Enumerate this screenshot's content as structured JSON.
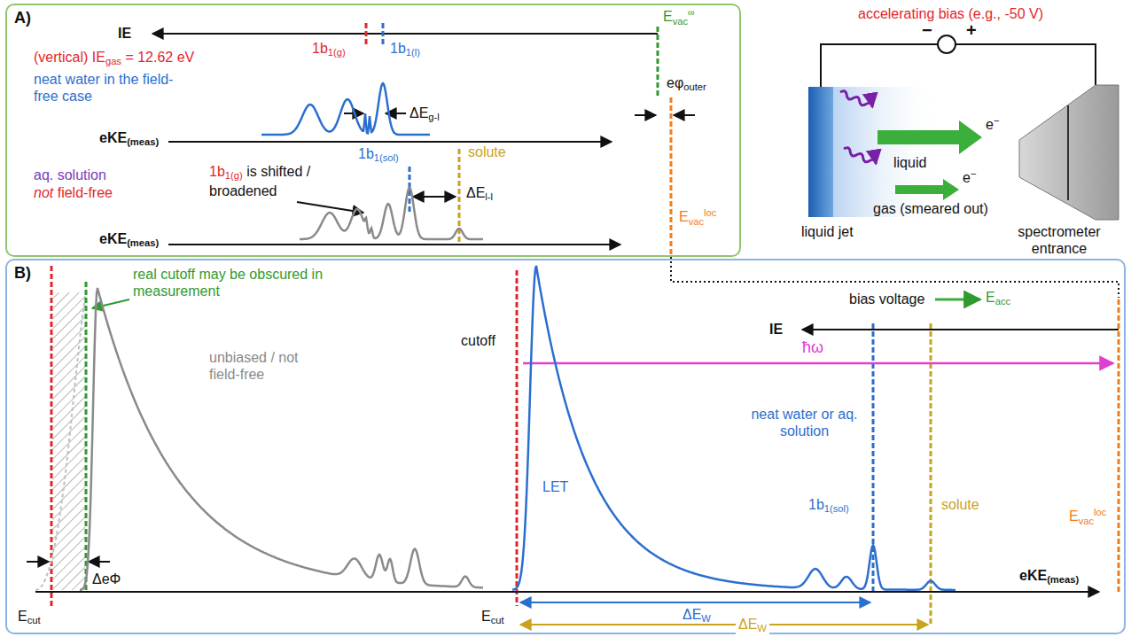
{
  "diagram": {
    "nodes": [
      {
        "text": [
          "A)"
        ]
      },
      {
        "text": [
          "B)"
        ]
      }
    ],
    "labels": [
      "IE",
      "(vertical) IEgas = 12.62 eV",
      "1b1(g)",
      "1b1(l)",
      "neat water in the field-free case",
      "ΔEg-l",
      "eKE(meas)",
      "Evac∞",
      "eφouter",
      "1b1(sol)",
      "solute",
      "ΔEl-l",
      "aq. solution",
      "not field-free",
      "1b1(g) is shifted / broadened",
      "eKE(meas)",
      "Evacloc",
      "accelerating bias (e.g., -50 V)",
      "−",
      "+",
      "liquid",
      "e−",
      "gas (smeared out)",
      "e−",
      "liquid jet",
      "spectrometer entrance",
      "real cutoff may be obscured in measurement",
      "ΔeΦ",
      "unbiased / not field-free",
      "Ecut",
      "cutoff",
      "bias voltage",
      "Eacc",
      "IE",
      "ħω",
      "neat water or aq. solution",
      "LET",
      "1b1(sol)",
      "solute",
      "Evacloc",
      "eKE(meas)",
      "Ecut",
      "ΔEW",
      "ΔEW"
    ]
  }
}
